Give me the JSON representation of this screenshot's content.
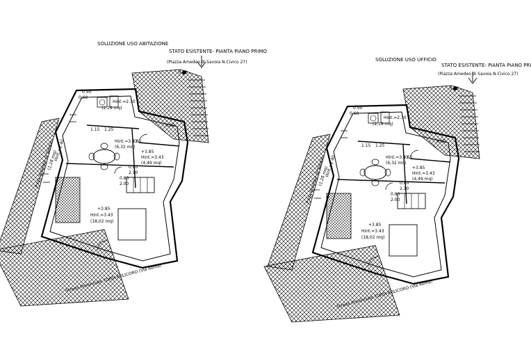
{
  "left_plan": {
    "heading": "SOLUZIONE USO ABITAZIONE",
    "title": "STATO ESISTENTE- PIANTA PIANO PRIMO",
    "address": "(Piazza Amedeo di Savoia N.Civico 27)",
    "origin": "0.00",
    "street": "Strada Provinciale TURSI-POLICORO (Via Roma)",
    "square": "P.zza Amedeo di Savoia",
    "rooms": [
      {
        "area": "(2,19 mq)",
        "hint": "Hint.=2.30"
      },
      {
        "area": "(6,32 mq)",
        "hint": "Hint.=3.43"
      },
      {
        "area": "(4,49 mq)",
        "hint": "Hint.=3.43",
        "level": "+3.85"
      },
      {
        "area": "(18,02 mq)",
        "hint": "Hint.=3.43",
        "level": "+3.85"
      }
    ],
    "dims": [
      "0.50",
      "0.60",
      "1.15",
      "1.25",
      "0.80",
      "2.10",
      "0.80",
      "2.00",
      "0.60",
      "0.80",
      "(2,28 mq)",
      "Hint.=2.40"
    ]
  },
  "right_plan": {
    "heading": "SOLUZIONE USO UFFICIO",
    "title": "STATO ESISTENTE- PIANTA PIANO PRIMO",
    "address": "(Piazza Amedeo di Savoia N.Civico 27)",
    "origin": "0.00",
    "street": "Strada Provinciale TURSI-POLICORO (Via Roma)",
    "square": "P.zza Amedeo di Savoia",
    "rooms": [
      {
        "area": "(2,19 mq)",
        "hint": "Hint.=2.30"
      },
      {
        "area": "(6,32 mq)",
        "hint": "Hint.=3.43"
      },
      {
        "area": "(4,49 mq)",
        "hint": "Hint.=3.43",
        "level": "+3.85"
      },
      {
        "area": "(18,02 mq)",
        "hint": "Hint.=3.43",
        "level": "+3.85"
      }
    ],
    "dims": [
      "0.50",
      "0.60",
      "1.15",
      "1.25",
      "0.80",
      "2.10",
      "0.80",
      "2.00",
      "0.60",
      "0.80",
      "(2,28 mq)",
      "Hint.=2.40"
    ]
  }
}
